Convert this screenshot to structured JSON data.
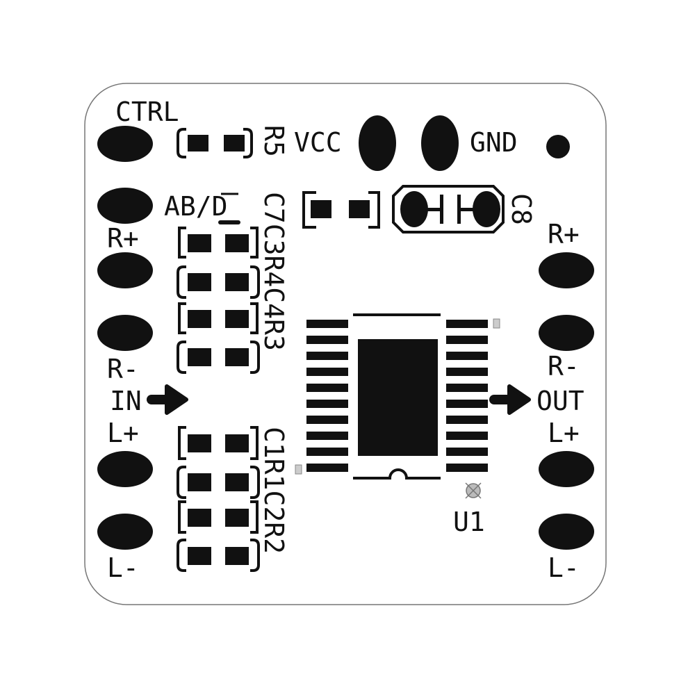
{
  "board": {
    "ctrl_label": "CTRL",
    "vcc_label": "VCC",
    "gnd_label": "GND",
    "ab_d_label": "AB/D",
    "r5_label": "R5",
    "c8_label": "C8",
    "u1_label": "U1",
    "in_label": "IN",
    "out_label": "OUT",
    "left_r_plus": "R+",
    "left_r_minus": "R-",
    "left_l_plus": "L+",
    "left_l_minus": "L-",
    "right_r_plus": "R+",
    "right_r_minus": "R-",
    "right_l_plus": "L+",
    "right_l_minus": "L-",
    "upper_group_labels": [
      "C7",
      "C3",
      "R4",
      "C4",
      "R3"
    ],
    "lower_group_labels": [
      "C1",
      "R1",
      "C2",
      "R2"
    ],
    "colors": {
      "ink": "#111111",
      "outline": "#777777",
      "board": "#ffffff"
    }
  }
}
